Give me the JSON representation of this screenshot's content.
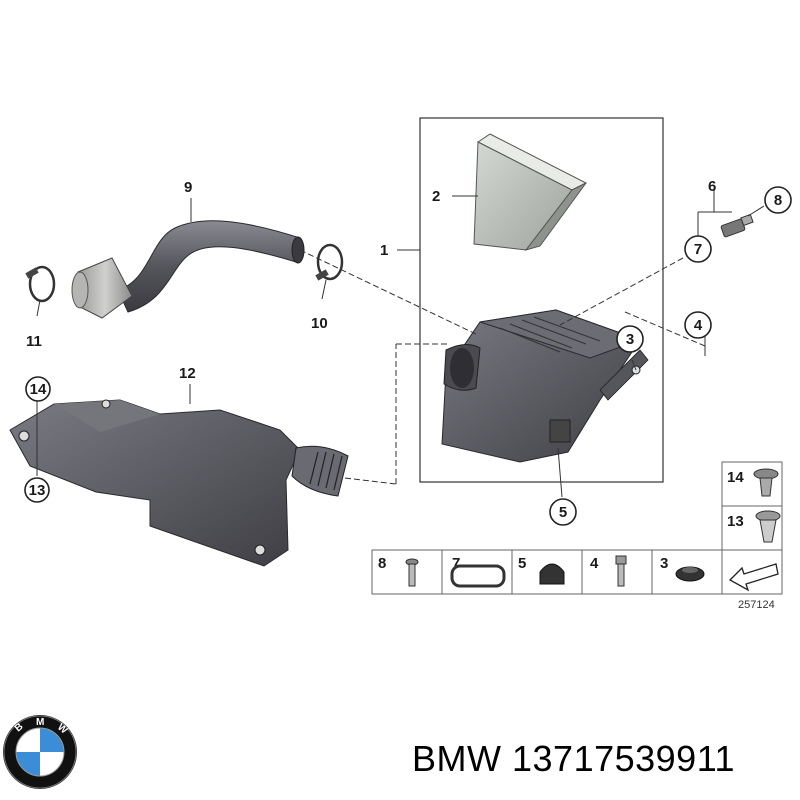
{
  "callouts": {
    "c1": "1",
    "c2": "2",
    "c3": "3",
    "c4": "4",
    "c5": "5",
    "c6": "6",
    "c7": "7",
    "c8": "8",
    "c9": "9",
    "c10": "10",
    "c11": "11",
    "c12": "12",
    "c13": "13",
    "c14": "14"
  },
  "legend": {
    "row": [
      "8",
      "7",
      "5",
      "4",
      "3"
    ],
    "side": [
      "14",
      "13"
    ]
  },
  "diagram_ref": "257124",
  "caption": {
    "brand": "BMW",
    "part_number": "13717539911"
  },
  "logo": {
    "letters": "BMW",
    "colors": {
      "blue": "#3a8dd6",
      "ring": "#111111"
    }
  },
  "colors": {
    "part": "#5a5a60",
    "part_dark": "#3a3a40",
    "filter": "#b8bdb8",
    "line": "#333333"
  }
}
